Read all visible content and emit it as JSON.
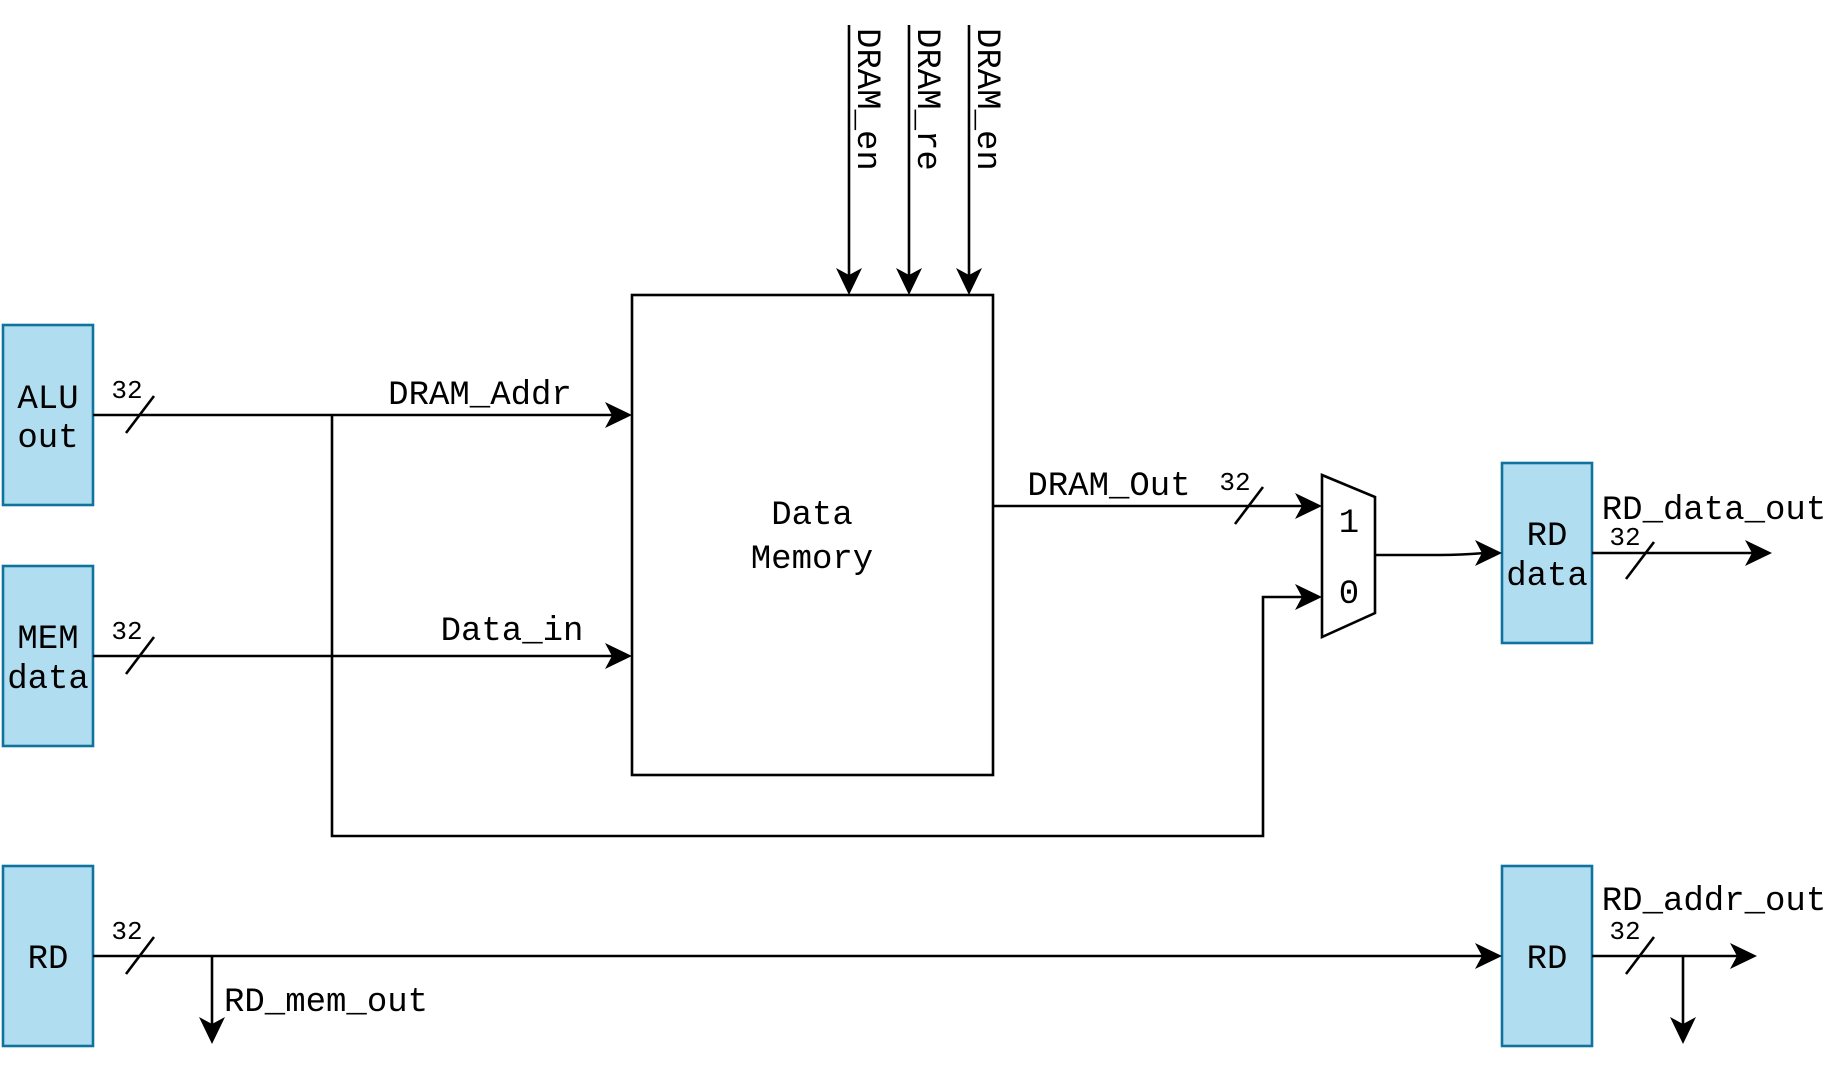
{
  "colors": {
    "register_fill": "#b1ddf0",
    "register_stroke": "#10739e",
    "wire": "#000000"
  },
  "registers": {
    "alu_out": {
      "line1": "ALU",
      "line2": "out"
    },
    "mem_data": {
      "line1": "MEM",
      "line2": "data"
    },
    "rd_in": {
      "line1": "RD"
    },
    "rd_data_out_reg": {
      "line1": "RD",
      "line2": "data"
    },
    "rd_out_reg": {
      "line1": "RD"
    }
  },
  "data_memory": {
    "line1": "Data",
    "line2": "Memory"
  },
  "control_signals": [
    "DRAM_en",
    "DRAM_re",
    "DRAM_en"
  ],
  "signals": {
    "dram_addr": "DRAM_Addr",
    "data_in": "Data_in",
    "dram_out": "DRAM_Out",
    "rd_data_out": "RD_data_out",
    "rd_addr_out": "RD_addr_out",
    "rd_mem_out": "RD_mem_out"
  },
  "bus_width": "32",
  "mux": {
    "input_1": "1",
    "input_0": "0"
  }
}
